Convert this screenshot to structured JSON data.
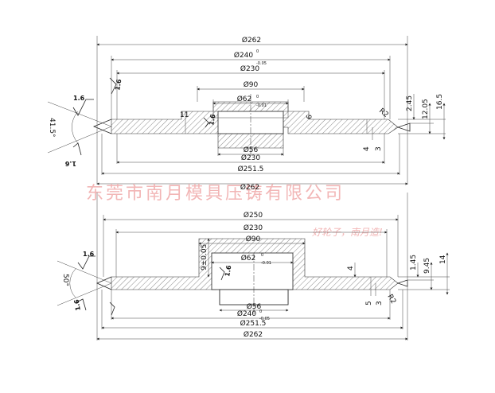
{
  "watermark": {
    "company": "东莞市南月模具压铸有限公司",
    "slogan": "好轮子，南月造!"
  },
  "top_view": {
    "dims": {
      "d262": "Ø262",
      "d240": "Ø240",
      "d240_tol_up": "0",
      "d240_tol_low": "-0.05",
      "d230": "Ø230",
      "d90": "Ø90",
      "d62": "Ø62",
      "d62_tol_up": "0",
      "d62_tol_low": "-0.01",
      "d56": "Ø56",
      "d230_b": "Ø230",
      "d2515": "Ø251.5",
      "h245": "2.45",
      "h1205": "12.05",
      "h165": "16.5",
      "r2": "R2",
      "n11": "11",
      "n9": "9",
      "n4": "4",
      "n3": "3",
      "angle": "41.5°"
    },
    "roughness": [
      "1.6",
      "1.6",
      "1.6",
      "1.6"
    ]
  },
  "bottom_view": {
    "dims": {
      "d262_top": "Ø262",
      "d250": "Ø250",
      "d230": "Ø230",
      "d90": "Ø90",
      "d62": "Ø62",
      "d62_tol_up": "0",
      "d62_tol_low": "-0.01",
      "d56": "Ø56",
      "d240": "Ø240",
      "d240_tol_up": "0",
      "d240_tol_low": "-0.05",
      "d2515": "Ø251.5",
      "d262": "Ø262",
      "h9": "9±0.05",
      "h145": "1.45",
      "h945": "9.45",
      "h14": "14",
      "n4": "4",
      "n5": "5",
      "n3": "3",
      "r2": "R2",
      "angle": "50°"
    },
    "roughness": [
      "1.6",
      "1.6",
      "1.6"
    ]
  }
}
